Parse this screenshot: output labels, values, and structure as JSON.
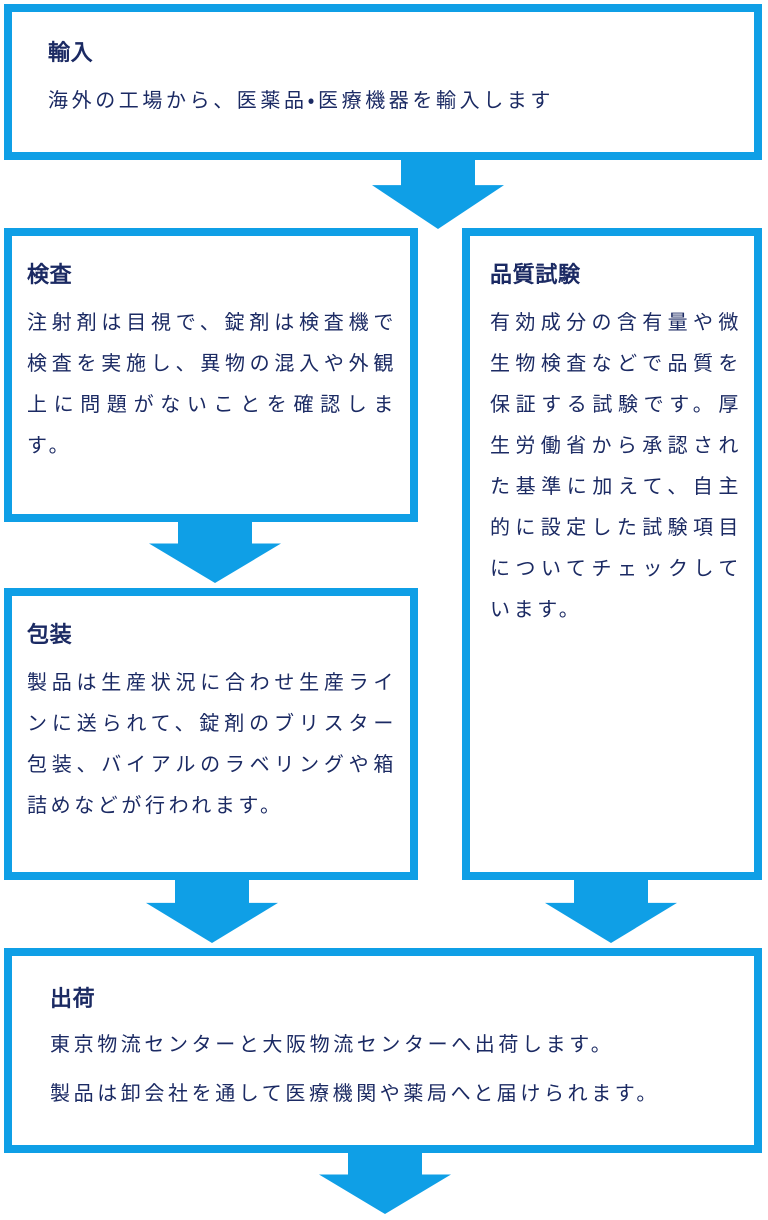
{
  "colors": {
    "accent_blue": "#0f9fe6",
    "text_navy": "#1b2a63",
    "background": "#ffffff"
  },
  "flow": {
    "import": {
      "title": "輸入",
      "body": "海外の工場から、医薬品・医療機器を輸入します"
    },
    "inspection": {
      "title": "検査",
      "body": "注射剤は目視で、錠剤は検査機で検査を実施し、異物の混入や外観上に問題がないことを確認します。"
    },
    "quality_test": {
      "title": "品質試験",
      "body": "有効成分の含有量や微生物検査などで品質を保証する試験です。厚生労働省から承認された基準に加えて、自主的に設定した試験項目についてチェックしています。"
    },
    "packaging": {
      "title": "包装",
      "body": "製品は生産状況に合わせ生産ラインに送られて、錠剤のブリスター包装、バイアルのラベリングや箱詰めなどが行われます。"
    },
    "shipping": {
      "title": "出荷",
      "body_line1": "東京物流センターと大阪物流センターへ出荷します。",
      "body_line2": "製品は卸会社を通して医療機関や薬局へと届けられます。"
    }
  }
}
